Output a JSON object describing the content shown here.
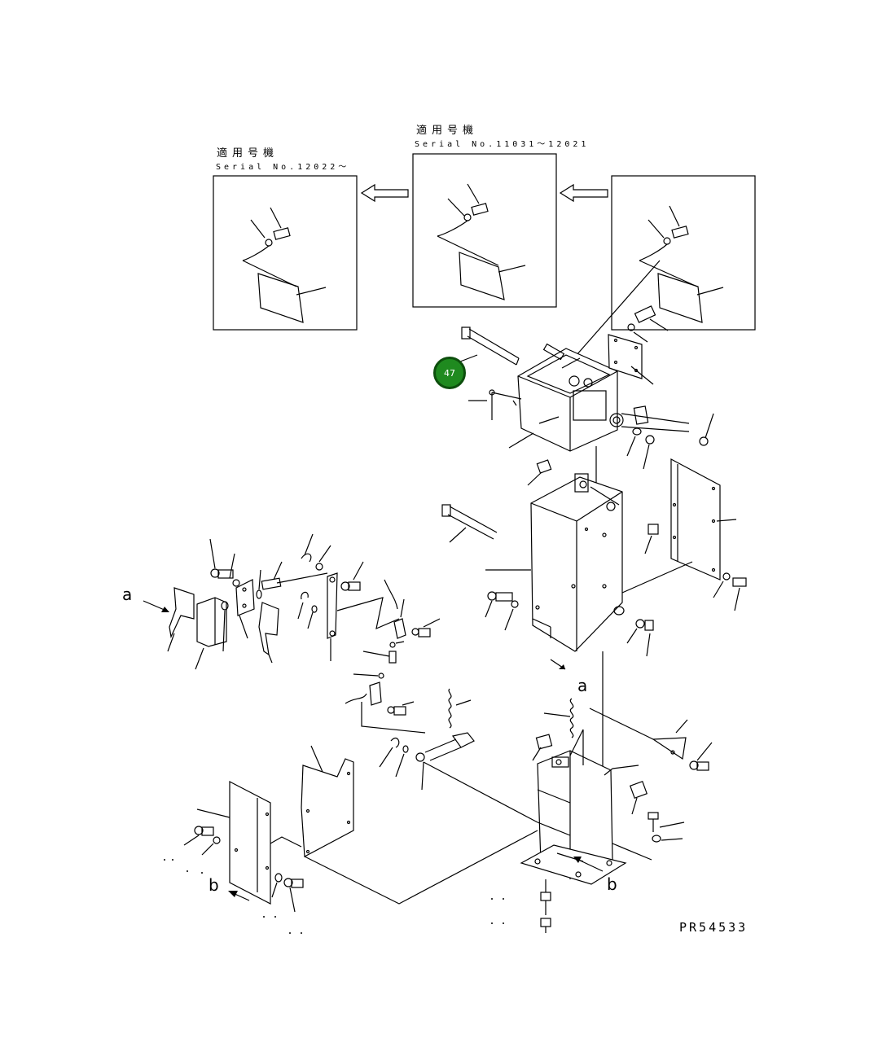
{
  "variants": [
    {
      "title": "適用号機",
      "serial": "Serial No.12022～"
    },
    {
      "title": "適用号機",
      "serial": "Serial No.11031～12021"
    }
  ],
  "callout": {
    "number": "47",
    "color": "#1f8a1f"
  },
  "view_labels": {
    "a_left": "a",
    "a_center": "a",
    "b_left": "b",
    "b_right": "b"
  },
  "drawing_code": "PR54533"
}
